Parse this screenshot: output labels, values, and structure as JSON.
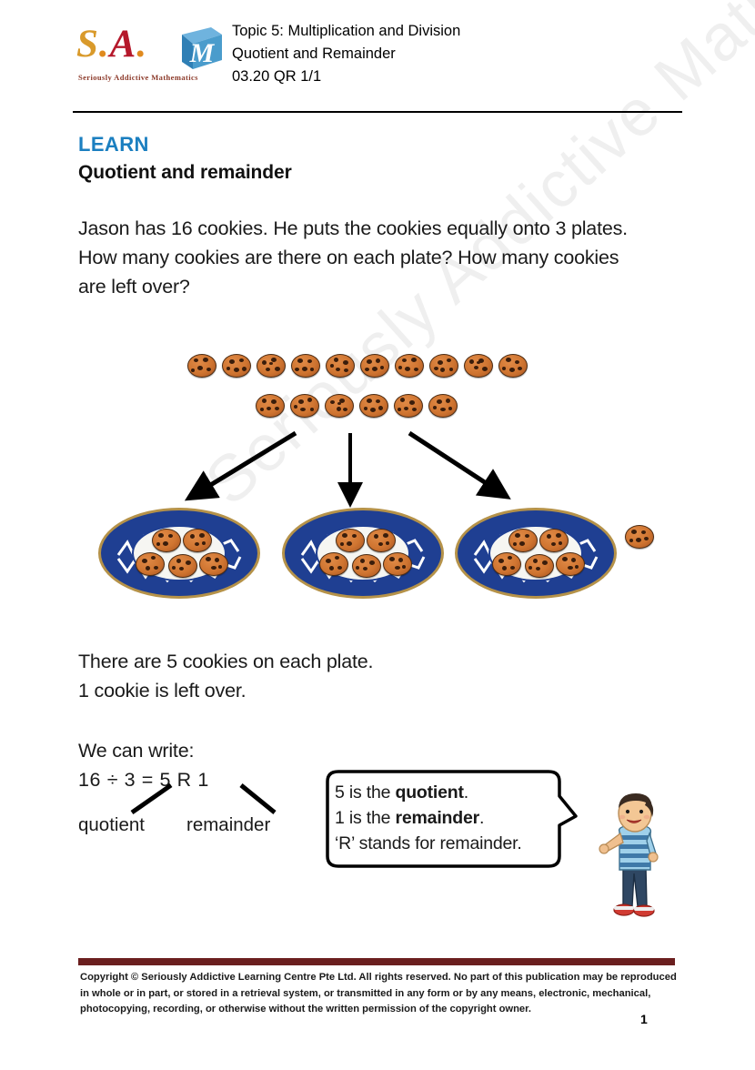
{
  "page": {
    "watermark": "Seriously Addictive Maths",
    "page_number": "1",
    "accent_blue": "#1b7fc0",
    "footer_bar_color": "#6b1f1f"
  },
  "header": {
    "logo": {
      "letters": "S.A.",
      "cube_letter": "M",
      "tagline": "Seriously Addictive Mathematics"
    },
    "line1": "Topic 5: Multiplication and Division",
    "line2": "Quotient and Remainder",
    "line3": "03.20 QR 1/1"
  },
  "learn": {
    "section_label": "LEARN",
    "topic_title": "Quotient and remainder",
    "question": "Jason has 16 cookies. He puts the cookies equally onto 3 plates. How many cookies are there on each plate? How many cookies are left over?",
    "answer_line1": "There are 5 cookies on each plate.",
    "answer_line2": "1 cookie is left over.",
    "write_intro": "We can write:",
    "equation": "16 ÷ 3 = 5 R 1",
    "label_quotient": "quotient",
    "label_remainder": "remainder"
  },
  "bubble": {
    "line1_pre": "5 is the ",
    "line1_bold": "quotient",
    "line1_post": ".",
    "line2_pre": "1 is the ",
    "line2_bold": "remainder",
    "line2_post": ".",
    "line3": "‘R’ stands for remainder."
  },
  "diagram": {
    "total_cookies": 16,
    "top_row_count": 10,
    "bottom_row_count": 6,
    "plate_count": 3,
    "cookies_per_plate": 5,
    "leftover_count": 1,
    "arrow_count": 3,
    "cookie_color": "#cf7430",
    "plate_color": "#1f3f92",
    "plate_rim_color": "#b59249"
  },
  "footer": {
    "copyright": "Copyright © Seriously Addictive Learning Centre Pte Ltd. All rights reserved. No part of this publication may be reproduced in whole or in part, or stored in a retrieval system, or transmitted in any form or by any means, electronic, mechanical, photocopying, recording, or otherwise without the written permission of the copyright owner."
  }
}
